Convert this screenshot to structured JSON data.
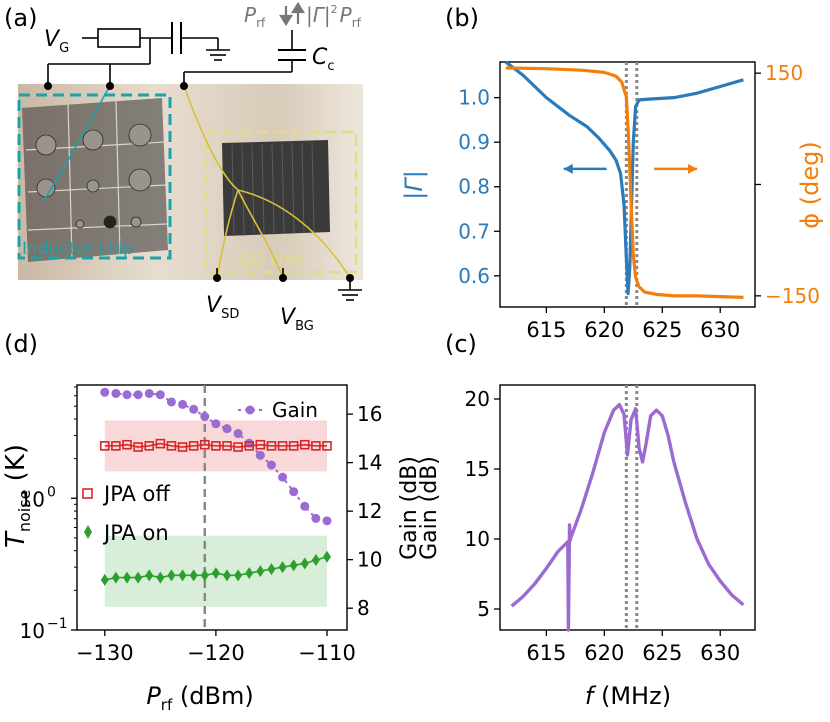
{
  "panel_labels": {
    "a": "(a)",
    "b": "(b)",
    "c": "(c)",
    "d": "(d)"
  },
  "schematic": {
    "vg_main": "V",
    "vg_sub": "G",
    "prf": "P",
    "prf_sub": "rf",
    "reflected_main": "|Γ|",
    "reflected_sup": "2",
    "reflected_p": "P",
    "reflected_sub": "rf",
    "cc_main": "C",
    "cc_sub": "c",
    "vsd_main": "V",
    "vsd_sub": "SD",
    "vbg_main": "V",
    "vbg_sub": "BG",
    "inductor_chip": "Inductor chip",
    "qd_chip": "QD chip",
    "colors": {
      "inductor": "#1aa3a8",
      "qd": "#dede8a",
      "wire": "#d7c23a"
    }
  },
  "chart_data": [
    {
      "id": "b",
      "type": "line",
      "xlabel": "",
      "ylabel": "|Γ|",
      "y2label": "ϕ (deg)",
      "xlim": [
        611,
        633
      ],
      "ylim": [
        0.53,
        1.08
      ],
      "y2lim": [
        -165,
        165
      ],
      "xticks": [
        615,
        620,
        625,
        630
      ],
      "yticks": [
        0.6,
        0.7,
        0.8,
        0.9,
        1.0
      ],
      "y2ticks": [
        -150,
        150
      ],
      "vlines": [
        621.9,
        622.8
      ],
      "series": [
        {
          "axis": "left",
          "color": "#2b7bba",
          "x": [
            611.5,
            613,
            615,
            617,
            618.5,
            619.5,
            620.5,
            621.0,
            621.4,
            621.7,
            621.9,
            622.05,
            622.2,
            622.35,
            622.5,
            622.7,
            623.0,
            624,
            626,
            628,
            630,
            632
          ],
          "y": [
            1.08,
            1.05,
            1.0,
            0.96,
            0.935,
            0.91,
            0.88,
            0.86,
            0.83,
            0.76,
            0.64,
            0.56,
            0.62,
            0.76,
            0.9,
            0.98,
            0.995,
            0.997,
            1.0,
            1.01,
            1.025,
            1.04
          ]
        },
        {
          "axis": "right",
          "color": "#f27f0c",
          "x": [
            611.5,
            615,
            618,
            620,
            621.0,
            621.5,
            621.9,
            622.1,
            622.3,
            622.5,
            622.7,
            623.0,
            623.5,
            624.5,
            626,
            628,
            630,
            632
          ],
          "y": [
            157,
            156,
            154,
            151,
            146,
            138,
            118,
            60,
            -20,
            -95,
            -125,
            -138,
            -145,
            -148,
            -150,
            -150,
            -151,
            -152
          ]
        }
      ],
      "arrows": [
        {
          "color": "#2b7bba",
          "x_from": 620.2,
          "x_to": 616.5,
          "y": 0.84
        },
        {
          "color": "#f27f0c",
          "x_from": 624.3,
          "x_to": 628.0,
          "y": 0.84
        }
      ]
    },
    {
      "id": "c",
      "type": "line",
      "xlabel": "f (MHz)",
      "xlabel_italic": "f",
      "xlabel_rest": " (MHz)",
      "ylabel": "Gain (dB)",
      "xlim": [
        611,
        633
      ],
      "ylim": [
        3.5,
        21
      ],
      "xticks": [
        615,
        620,
        625,
        630
      ],
      "yticks": [
        5,
        10,
        15,
        20
      ],
      "vlines": [
        621.9,
        622.8
      ],
      "series": [
        {
          "color": "#9b6bd1",
          "x": [
            612,
            613,
            614,
            615,
            616,
            616.85,
            616.9,
            617.0,
            617.05,
            617.1,
            617.2,
            618,
            619,
            620,
            620.8,
            621.3,
            621.7,
            622.0,
            622.3,
            622.7,
            623.0,
            623.3,
            623.6,
            624.0,
            624.5,
            625.0,
            625.5,
            626,
            627,
            628,
            629,
            630,
            631,
            632
          ],
          "y": [
            5.2,
            5.9,
            6.8,
            7.9,
            9.1,
            9.8,
            3.5,
            11.0,
            9.9,
            10.1,
            10.3,
            12.1,
            14.7,
            17.6,
            19.2,
            19.6,
            18.9,
            16.0,
            18.5,
            19.3,
            16.5,
            15.5,
            16.8,
            18.8,
            19.2,
            18.8,
            17.4,
            15.5,
            12.6,
            10.0,
            8.2,
            7.0,
            6.0,
            5.3
          ]
        }
      ]
    },
    {
      "id": "d",
      "type": "scatter",
      "xlabel": "P_rf (dBm)",
      "xlabel_main": "P",
      "xlabel_sub": "rf",
      "xlabel_rest": " (dBm)",
      "ylabel_main": "T",
      "ylabel_sub": "noise",
      "ylabel_rest": " (K)",
      "y2label": "Gain (dB)",
      "xlim": [
        -132.5,
        -108.2
      ],
      "ylim_log": [
        -1,
        0.86
      ],
      "y2lim": [
        7.1,
        17.2
      ],
      "xticks": [
        -130,
        -120,
        -110
      ],
      "yticks_log": [
        {
          "exp": -1,
          "label": "10",
          "sup": "−1"
        },
        {
          "exp": 0,
          "label": "10",
          "sup": "0"
        }
      ],
      "y2ticks": [
        8,
        10,
        12,
        14,
        16
      ],
      "vline": -121,
      "legend": {
        "gain": "Gain",
        "off": "JPA off",
        "on": "JPA on"
      },
      "series": [
        {
          "name": "Gain",
          "axis": "right",
          "color": "#9b6bd1",
          "x": [
            -130,
            -129,
            -128,
            -127,
            -126,
            -125,
            -124,
            -123,
            -122,
            -121,
            -120,
            -119,
            -118,
            -117,
            -116,
            -115,
            -114,
            -113,
            -112,
            -111,
            -110
          ],
          "y": [
            16.9,
            16.85,
            16.8,
            16.8,
            16.85,
            16.8,
            16.5,
            16.4,
            16.2,
            15.9,
            15.6,
            15.4,
            15.2,
            14.8,
            14.3,
            13.9,
            13.4,
            12.8,
            12.2,
            11.7,
            11.6
          ]
        },
        {
          "name": "JPA off",
          "axis": "left",
          "color": "#d62728",
          "band_low": 1.6,
          "band_high": 3.9,
          "x": [
            -130,
            -129,
            -128,
            -127,
            -126,
            -125,
            -124,
            -123,
            -122,
            -121,
            -120,
            -119,
            -118,
            -117,
            -116,
            -115,
            -114,
            -113,
            -112,
            -111,
            -110
          ],
          "y": [
            2.5,
            2.5,
            2.55,
            2.45,
            2.5,
            2.6,
            2.5,
            2.45,
            2.5,
            2.55,
            2.5,
            2.5,
            2.45,
            2.5,
            2.55,
            2.5,
            2.5,
            2.5,
            2.55,
            2.5,
            2.5
          ]
        },
        {
          "name": "JPA on",
          "axis": "left",
          "color": "#2ca02c",
          "band_low": 0.15,
          "band_high": 0.52,
          "x": [
            -130,
            -129,
            -128,
            -127,
            -126,
            -125,
            -124,
            -123,
            -122,
            -121,
            -120,
            -119,
            -118,
            -117,
            -116,
            -115,
            -114,
            -113,
            -112,
            -111,
            -110
          ],
          "y": [
            0.24,
            0.25,
            0.25,
            0.25,
            0.26,
            0.25,
            0.26,
            0.26,
            0.26,
            0.26,
            0.27,
            0.26,
            0.26,
            0.27,
            0.28,
            0.29,
            0.3,
            0.31,
            0.32,
            0.34,
            0.36
          ]
        }
      ]
    }
  ]
}
